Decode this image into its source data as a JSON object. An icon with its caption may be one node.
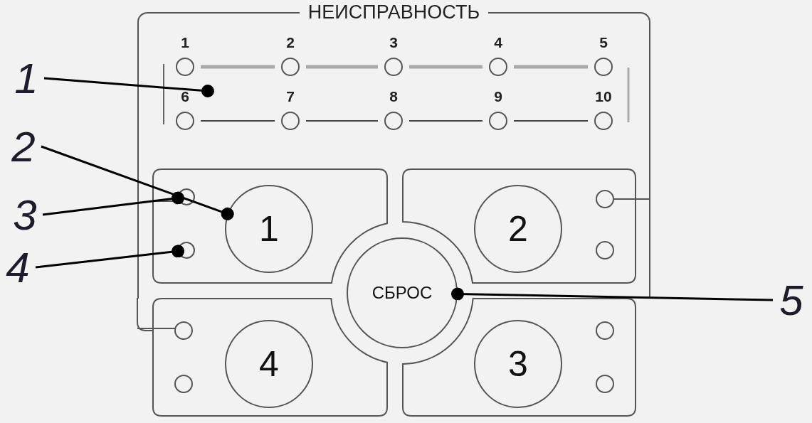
{
  "diagram": {
    "nodes": [
      {
        "text": [
          "1"
        ]
      },
      {
        "text": [
          "2"
        ]
      },
      {
        "text": [
          "3"
        ]
      },
      {
        "text": [
          "4"
        ]
      },
      {
        "text": [
          "5"
        ]
      },
      {
        "text": [
          "НЕИСПРАВНОСТЬ"
        ]
      },
      {
        "text": [
          "1"
        ],
        "in": 5
      },
      {
        "text": [
          "2"
        ],
        "in": 5
      },
      {
        "text": [
          "4"
        ]
      },
      {
        "text": [
          "3"
        ]
      },
      {
        "text": [
          "СБРОС"
        ]
      },
      {
        "text": [],
        "shape": "circle",
        "in": 5
      },
      {
        "text": [],
        "shape": "circle",
        "in": 5
      }
    ],
    "edges": [
      {
        "from": 0,
        "to": null,
        "arrow": "other"
      },
      {
        "from": 1,
        "to": 6,
        "arrow": "other"
      },
      {
        "from": 2,
        "to": 11,
        "arrow": "other"
      },
      {
        "from": 3,
        "to": 12,
        "arrow": "other"
      },
      {
        "from": 4,
        "to": 10,
        "arrow": "other"
      }
    ],
    "labels": [
      "1",
      "2",
      "3",
      "4",
      "5",
      "6",
      "7",
      "8",
      "9",
      "10"
    ]
  }
}
